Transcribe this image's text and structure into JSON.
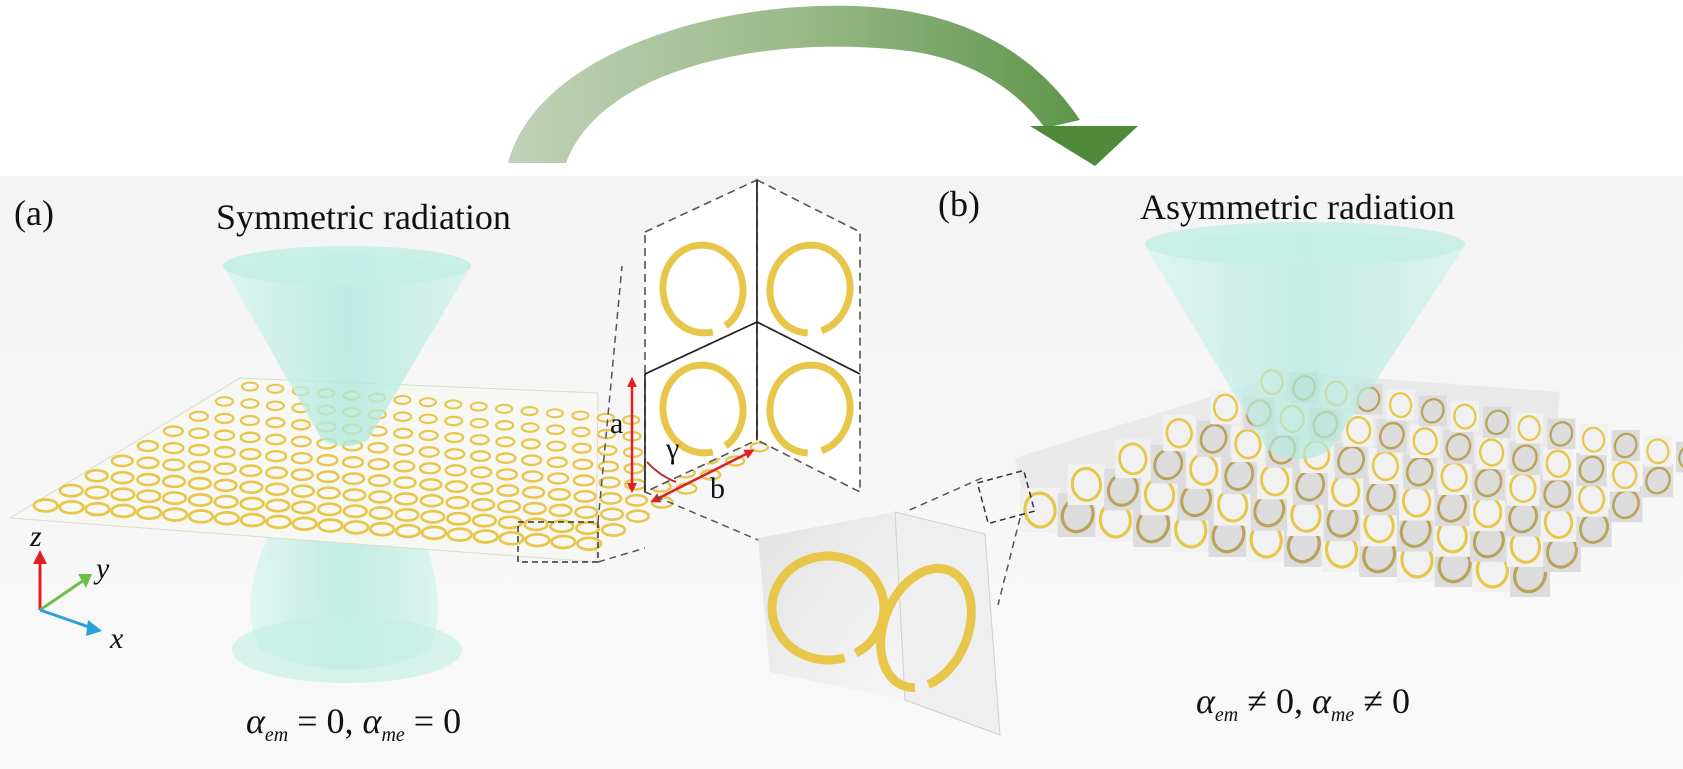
{
  "panel_a": {
    "letter": "(a)",
    "title": "Symmetric radiation",
    "equation": {
      "s1": "α",
      "sub1": "em",
      "mid": " = 0, ",
      "s2": "α",
      "sub2": "me",
      "end": " = 0"
    }
  },
  "panel_b": {
    "letter": "(b)",
    "title": "Asymmetric radiation",
    "equation": {
      "s1": "α",
      "sub1": "em",
      "mid": " ≠ 0, ",
      "s2": "α",
      "sub2": "me",
      "end": " ≠ 0"
    }
  },
  "unit_cell": {
    "label_a": "a",
    "label_b": "b",
    "label_gamma": "γ"
  },
  "axes": {
    "z": "z",
    "y": "y",
    "x": "x"
  },
  "colors": {
    "ring_gold": "#e8c64a",
    "ring_edge": "#c9a52a",
    "cone": "#bfeee6",
    "arrow_start": "#b7cfae",
    "arrow_end": "#4f8a3a",
    "dimension_red": "#e02020",
    "axis_z": "#e02020",
    "axis_y": "#6cc04a",
    "axis_x": "#2aa0d8"
  }
}
